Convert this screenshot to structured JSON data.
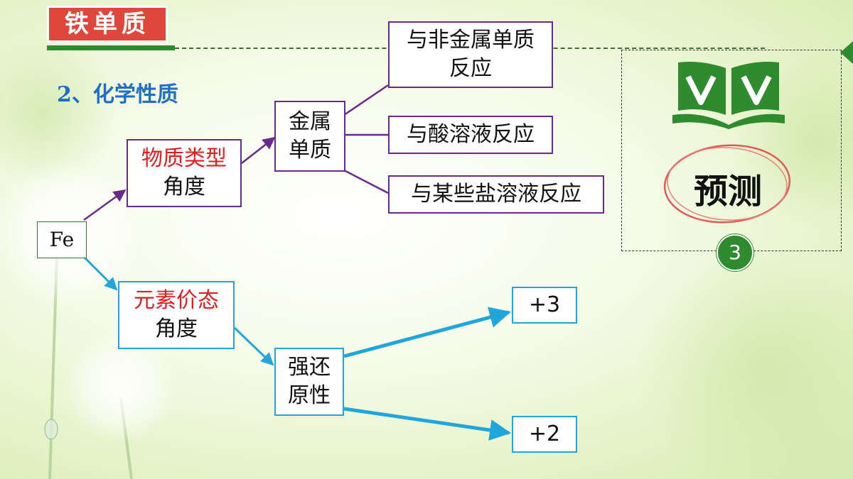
{
  "header": {
    "title": "铁单质",
    "subtitle": "2、化学性质"
  },
  "diagram": {
    "root": "Fe",
    "branch_substance": {
      "line1": "物质类型",
      "line2": "角度"
    },
    "branch_valence": {
      "line1": "元素价态",
      "line2": "角度"
    },
    "metal_element": {
      "line1": "金属",
      "line2": "单质"
    },
    "reactions": [
      {
        "line1": "与非金属单质",
        "line2": "反应"
      },
      {
        "line1": "与酸溶液反应"
      },
      {
        "line1": "与某些盐溶液反应"
      }
    ],
    "reducing": {
      "line1": "强还",
      "line2": "原性"
    },
    "valence_states": [
      "+3",
      "+2"
    ]
  },
  "side_panel": {
    "label": "预测",
    "step_number": "3"
  },
  "colors": {
    "accent_red": "#e0473b",
    "brand_green": "#2f8a2f",
    "purple_line": "#6a2a8c",
    "blue_line": "#21a6dc",
    "subtitle_blue": "#1f6fc4"
  }
}
